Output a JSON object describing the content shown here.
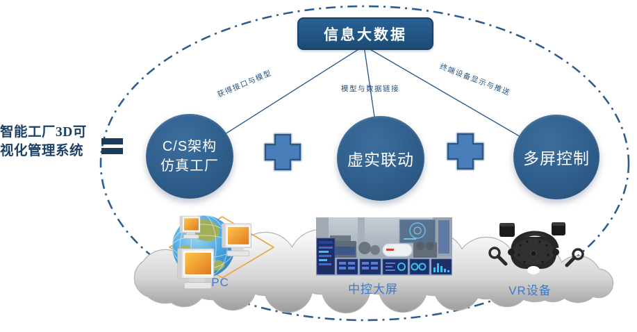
{
  "title": {
    "line1": "智能工厂3D可",
    "line2": "视化管理系统"
  },
  "top_node": {
    "label": "信息大数据"
  },
  "connectors": [
    {
      "label": "获得接口与模型"
    },
    {
      "label": "模型与数据链接"
    },
    {
      "label": "终端设备显示与推送"
    }
  ],
  "modules": [
    {
      "lines": [
        "C/S架构",
        "仿真工厂"
      ]
    },
    {
      "lines": [
        "虚实联动"
      ]
    },
    {
      "lines": [
        "多屏控制"
      ]
    }
  ],
  "devices": [
    {
      "label": "PC",
      "icon": "pc-network-icon"
    },
    {
      "label": "中控大屏",
      "icon": "control-room-screen-icon"
    },
    {
      "label": "VR设备",
      "icon": "vr-headset-icon"
    }
  ],
  "colors": {
    "node_fill": "#1f537f",
    "circle_fill": "#2f5e8b",
    "plus_fill": "#4a7ebb",
    "line_blue": "#2d5c8e",
    "label_blue": "#1f4e79",
    "device_label_blue": "#3e79c9",
    "title_navy": "#1d4066",
    "cloud_gray": "#9b9b9b",
    "diamond_orange": "#e8a23c"
  }
}
